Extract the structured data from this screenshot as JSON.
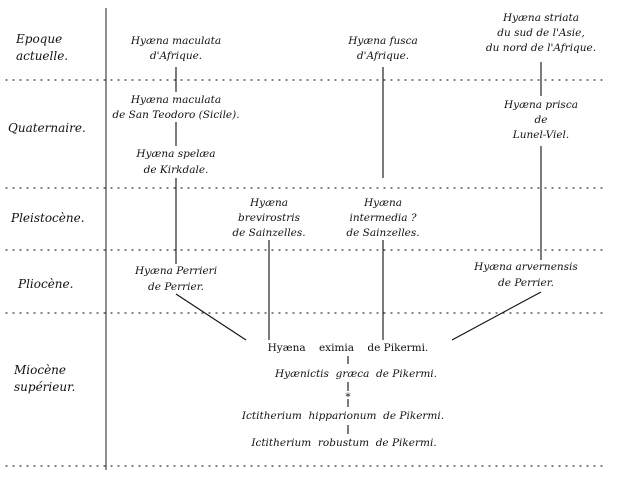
{
  "eras": [
    {
      "lines": [
        "Epoque",
        "actuelle."
      ]
    },
    {
      "lines": [
        "Quaternaire."
      ]
    },
    {
      "lines": [
        "Pleistocène."
      ]
    },
    {
      "lines": [
        "Pliocène."
      ]
    },
    {
      "lines": [
        "Miocène",
        "supérieur."
      ]
    }
  ],
  "taxa": [
    {
      "id": "maculata-afrique",
      "lines": [
        "Hyæna maculata",
        "d'Afrique."
      ]
    },
    {
      "id": "fusca",
      "lines": [
        "Hyæna fusca",
        "d'Afrique."
      ]
    },
    {
      "id": "striata",
      "lines": [
        "Hyæna striata",
        "du sud de l'Asie,",
        "du nord de l'Afrique."
      ]
    },
    {
      "id": "maculata-san-teodoro",
      "lines": [
        "Hyæna maculata",
        "de San Teodoro (Sicile)."
      ]
    },
    {
      "id": "prisca",
      "lines": [
        "Hyæna prisca",
        "de",
        "Lunel-Viel."
      ]
    },
    {
      "id": "spelaea",
      "lines": [
        "Hyæna spelæa",
        "de Kirkdale."
      ]
    },
    {
      "id": "brevirostris",
      "lines": [
        "Hyæna",
        "brevirostris",
        "de Sainzelles."
      ]
    },
    {
      "id": "intermedia",
      "lines": [
        "Hyæna",
        "intermedia ?",
        "de Sainzelles."
      ]
    },
    {
      "id": "perrieri",
      "lines": [
        "Hyæna Perrieri",
        "de Perrier."
      ]
    },
    {
      "id": "arvernensis",
      "lines": [
        "Hyæna arvernensis",
        "de Perrier."
      ]
    },
    {
      "id": "eximia",
      "lines": [
        "Hyæna    eximia    de Pikermi."
      ]
    },
    {
      "id": "hyaenictis",
      "lines": [
        "Hyænictis  græca  de Pikermi."
      ]
    },
    {
      "id": "ictitherium-hipparionum",
      "lines": [
        "Ictitherium  hipparionum  de Pikermi."
      ]
    },
    {
      "id": "ictitherium-robustum",
      "lines": [
        "Ictitherium  robustum  de Pikermi."
      ]
    }
  ],
  "marks": {
    "uncertain_link": "*"
  }
}
